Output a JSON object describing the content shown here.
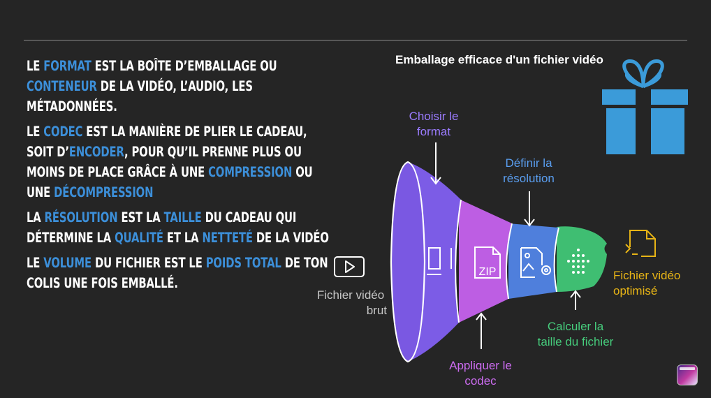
{
  "paragraphs": [
    {
      "segments": [
        {
          "t": "LE ",
          "k": false
        },
        {
          "t": "FORMAT",
          "k": true
        },
        {
          "t": " EST LA BOÎTE D’EMBALLAGE OU",
          "k": false
        },
        {
          "br": true
        },
        {
          "t": "CONTENEUR",
          "k": true
        },
        {
          "t": " DE LA VIDÉO, L’AUDIO, LES",
          "k": false
        },
        {
          "br": true
        },
        {
          "t": "MÉTADONNÉES.",
          "k": false
        }
      ]
    },
    {
      "segments": [
        {
          "t": "LE ",
          "k": false
        },
        {
          "t": "CODEC",
          "k": true
        },
        {
          "t": " EST LA MANIÈRE DE PLIER LE CADEAU,",
          "k": false
        },
        {
          "br": true
        },
        {
          "t": "SOIT D’",
          "k": false
        },
        {
          "t": "ENCODER",
          "k": true
        },
        {
          "t": ", POUR QU’IL PRENNE PLUS OU",
          "k": false
        },
        {
          "br": true
        },
        {
          "t": "MOINS DE PLACE GRÂCE À UNE ",
          "k": false
        },
        {
          "t": "COMPRESSION",
          "k": true
        },
        {
          "t": " OU",
          "k": false
        },
        {
          "br": true
        },
        {
          "t": "UNE ",
          "k": false
        },
        {
          "t": "DÉCOMPRESSION",
          "k": true
        }
      ]
    },
    {
      "segments": [
        {
          "t": "LA ",
          "k": false
        },
        {
          "t": "RÉSOLUTION",
          "k": true
        },
        {
          "t": " EST LA ",
          "k": false
        },
        {
          "t": "TAILLE",
          "k": true
        },
        {
          "t": " DU CADEAU QUI",
          "k": false
        },
        {
          "br": true
        },
        {
          "t": "DÉTERMINE LA ",
          "k": false
        },
        {
          "t": "QUALITÉ",
          "k": true
        },
        {
          "t": " ET LA ",
          "k": false
        },
        {
          "t": "NETTETÉ",
          "k": true
        },
        {
          "t": " DE LA VIDÉO",
          "k": false
        }
      ]
    },
    {
      "segments": [
        {
          "t": "LE ",
          "k": false
        },
        {
          "t": "VOLUME",
          "k": true
        },
        {
          "t": " DU FICHIER EST LE ",
          "k": false
        },
        {
          "t": "POIDS TOTAL",
          "k": true
        },
        {
          "t": " DE TON",
          "k": false
        },
        {
          "br": true
        },
        {
          "t": "COLIS UNE FOIS EMBALLÉ.",
          "k": false
        }
      ]
    }
  ],
  "diagram": {
    "title": "Emballage efficace d'un fichier vidéo",
    "input_label": [
      "Fichier vidéo",
      "brut"
    ],
    "output_label": [
      "Fichier vidéo",
      "optimisé"
    ],
    "steps": [
      {
        "label": [
          "Choisir le",
          "format"
        ],
        "color": "#7c5ce6",
        "icon": "document-icon"
      },
      {
        "label": [
          "Appliquer le",
          "codec"
        ],
        "color": "#bd5ee3",
        "icon": "zip-file-icon"
      },
      {
        "label": [
          "Définir la",
          "résolution"
        ],
        "color": "#4f7fdc",
        "icon": "image-settings-icon"
      },
      {
        "label": [
          "Calculer la",
          "taille du fichier"
        ],
        "color": "#3fbe72",
        "icon": "dot-grid-icon"
      }
    ],
    "label_colors": {
      "input": "#c7c7c7",
      "output": "#e7b416",
      "accent": "#3c8fd9",
      "gift": "#3b9bd9"
    }
  }
}
